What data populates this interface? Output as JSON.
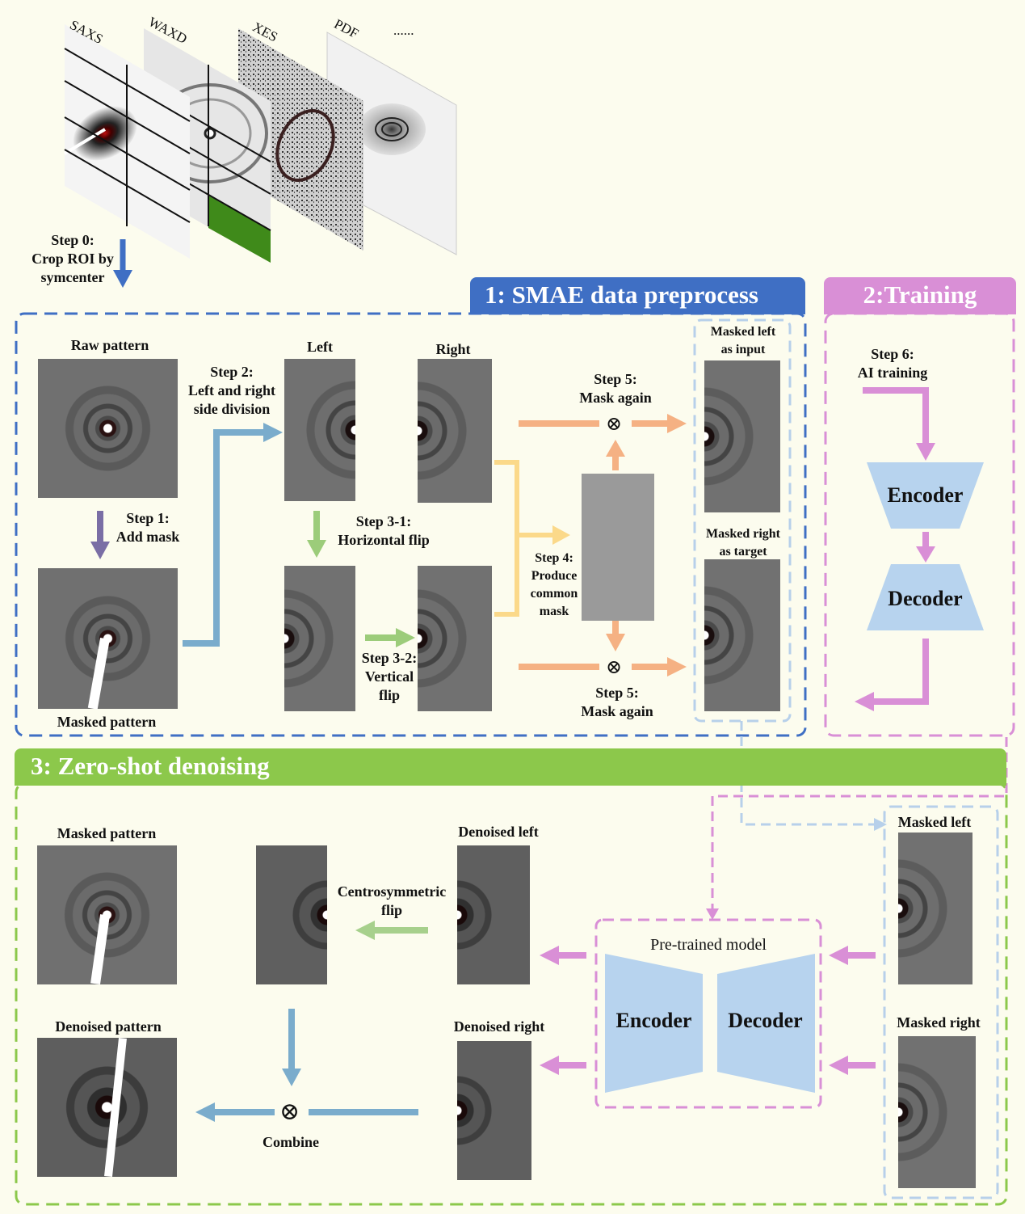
{
  "top_stack": {
    "labels": [
      "SAXS",
      "WAXD",
      "XES",
      "PDF",
      "......"
    ],
    "step0": [
      "Step 0:",
      "Crop ROI by",
      "symcenter"
    ]
  },
  "section1": {
    "title": "1: SMAE data preprocess",
    "color": "#3f6fc4",
    "raw_pattern": "Raw pattern",
    "step1": [
      "Step 1:",
      "Add mask"
    ],
    "masked_pattern": "Masked pattern",
    "step2": [
      "Step 2:",
      "Left and right",
      "side division"
    ],
    "left": "Left",
    "right": "Right",
    "step3_1": [
      "Step 3-1:",
      "Horizontal flip"
    ],
    "step3_2": [
      "Step 3-2:",
      "Vertical",
      "flip"
    ],
    "step4": [
      "Step 4:",
      "Produce",
      "common",
      "mask"
    ],
    "step5_top": [
      "Step 5:",
      "Mask again"
    ],
    "step5_bottom": [
      "Step 5:",
      "Mask again"
    ],
    "masked_left_input": [
      "Masked left",
      "as input"
    ],
    "masked_right_target": [
      "Masked right",
      "as target"
    ],
    "otimes": "⊗"
  },
  "section2": {
    "title": "2:Training",
    "color": "#d98fd6",
    "step6": [
      "Step 6:",
      "AI training"
    ],
    "encoder": "Encoder",
    "decoder": "Decoder"
  },
  "section3": {
    "title": "3: Zero-shot denoising",
    "color": "#8cc84b",
    "masked_pattern": "Masked pattern",
    "denoised_left": "Denoised left",
    "centro": [
      "Centrosymmetric",
      "flip"
    ],
    "masked_left": "Masked left",
    "pretrained": "Pre-trained model",
    "encoder": "Encoder",
    "decoder": "Decoder",
    "denoised_pattern": "Denoised pattern",
    "denoised_right": "Denoised right",
    "masked_right": "Masked right",
    "combine": "Combine",
    "otimes": "⊗"
  }
}
